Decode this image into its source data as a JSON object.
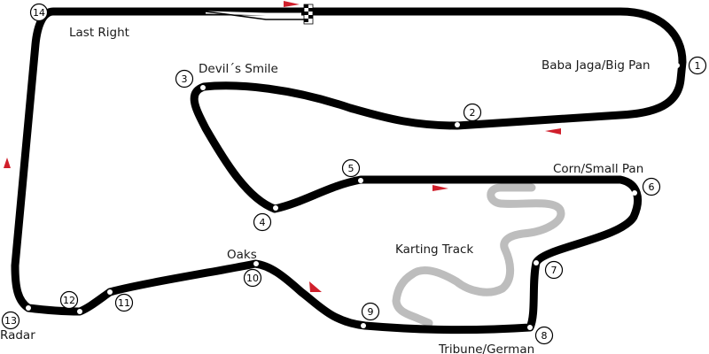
{
  "map": {
    "colors": {
      "track": "#000000",
      "karting_track": "#bdbdbd",
      "direction_arrow": "#d01f2b",
      "background": "#ffffff"
    },
    "corners": [
      {
        "number": "1",
        "name": "Baba Jaga/Big Pan"
      },
      {
        "number": "2",
        "name": ""
      },
      {
        "number": "3",
        "name": "Devil´s Smile"
      },
      {
        "number": "4",
        "name": ""
      },
      {
        "number": "5",
        "name": ""
      },
      {
        "number": "6",
        "name": "Corn/Small Pan"
      },
      {
        "number": "7",
        "name": ""
      },
      {
        "number": "8",
        "name": "Tribune/German"
      },
      {
        "number": "9",
        "name": ""
      },
      {
        "number": "10",
        "name": "Oaks"
      },
      {
        "number": "11",
        "name": ""
      },
      {
        "number": "12",
        "name": ""
      },
      {
        "number": "13",
        "name": "Radar"
      },
      {
        "number": "14",
        "name": "Last Right"
      }
    ],
    "karting_track_label": "Karting Track",
    "markers": {
      "start_finish": "checkered-flag-icon",
      "direction": "direction-arrow-icon"
    }
  }
}
